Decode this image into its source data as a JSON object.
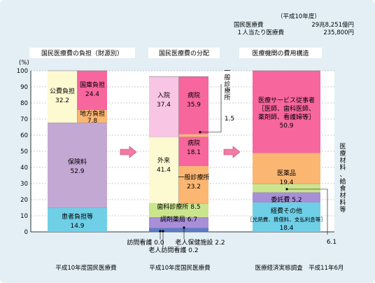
{
  "summary": {
    "year": "（平成10年度）",
    "rows": [
      {
        "label": "国民医療費",
        "value": "29兆8,251億円"
      },
      {
        "label": "１人当たり医療費",
        "value": "235,800円"
      }
    ]
  },
  "chart_data": {
    "type": "bar",
    "ylabel": "(%)",
    "ylim": [
      0,
      100
    ],
    "yticks": [
      0,
      10,
      20,
      30,
      40,
      50,
      60,
      70,
      80,
      90,
      100
    ],
    "grid": true,
    "stack_order": "bottom-to-top",
    "bars": [
      {
        "header": "国民医療費の負担（財源別）",
        "footer": "平成10年度国民医療費",
        "segments": [
          {
            "label": "患者負担等",
            "value": 14.9,
            "color": "#6fcfe7"
          },
          {
            "label": "保険料",
            "value": 52.9,
            "color": "#c3a8d4"
          },
          {
            "label": "公費負担",
            "value": 32.2,
            "color": "#fdfad2",
            "split": [
              {
                "label": "地方負担",
                "value": 7.8,
                "color": "#fbb672"
              },
              {
                "label": "国庫負担",
                "value": 24.4,
                "color": "#f7669d"
              }
            ]
          }
        ]
      },
      {
        "header": "国民医療費の分配",
        "footer": "平成10年度国民医療費",
        "segments": [
          {
            "label": "訪問看護",
            "value": 0.0,
            "color": "#0f3d92"
          },
          {
            "label": "老人訪問看護",
            "value": 0.2,
            "color": "#1f4ea8"
          },
          {
            "label": "老人保健施設",
            "value": 2.2,
            "color": "#5c7bc7"
          },
          {
            "label": "調剤薬局",
            "value": 6.7,
            "color": "#a98ed8"
          },
          {
            "label": "歯科診療所",
            "value": 8.5,
            "color": "#cbe58e"
          },
          {
            "label": "外来",
            "value": 41.4,
            "color": "#fdfad2",
            "split": [
              {
                "label": "一般診療所",
                "value": 23.2,
                "color": "#fbb672"
              },
              {
                "label": "病院",
                "value": 18.1,
                "color": "#f7669d"
              }
            ]
          },
          {
            "label": "入院",
            "value": 37.4,
            "color": "#f8c6e4",
            "split": [
              {
                "label": "一般診療所",
                "value": 1.5,
                "color": "#fbb672"
              },
              {
                "label": "病院",
                "value": 35.9,
                "color": "#f7669d"
              }
            ]
          }
        ]
      },
      {
        "header": "医療機関の費用構造",
        "footer": "医療経済実態調査　平成11年6月",
        "segments": [
          {
            "label": "経費その他",
            "sublabel": "［光熱費、賃借料、支払利息等］",
            "value": 18.4,
            "color": "#6fcfe7"
          },
          {
            "label": "医療材料、給食材料等",
            "value": 6.1,
            "color": "#a98ed8"
          },
          {
            "label": "委託費",
            "value": 5.2,
            "color": "#cbe58e"
          },
          {
            "label": "医薬品",
            "value": 19.4,
            "color": "#fbb672"
          },
          {
            "label": "医療サービス従事者",
            "sublabel": "［医師、歯科医師、薬剤師、看護婦等］",
            "value": 50.9,
            "color": "#f7669d"
          }
        ]
      }
    ]
  },
  "labels": {
    "kohi": {
      "name": "公費負担",
      "value": "32.2"
    },
    "kokko": {
      "name": "国庫負担",
      "value": "24.4"
    },
    "chiho": {
      "name": "地方負担",
      "value": "7.8"
    },
    "hoken": {
      "name": "保険料",
      "value": "52.9"
    },
    "kanja": {
      "name": "患者負担等",
      "value": "14.9"
    },
    "nyuin": {
      "name": "入院",
      "value": "37.4"
    },
    "byoin1": {
      "name": "病院",
      "value": "35.9"
    },
    "ippan1": {
      "name": "一般診療所",
      "value": "1.5"
    },
    "gairai": {
      "name": "外来",
      "value": "41.4"
    },
    "byoin2": {
      "name": "病院",
      "value": "18.1"
    },
    "ippan2": {
      "name": "一般診療所",
      "value": "23.2"
    },
    "shika": "歯科診療所 8.5",
    "chozai": "調剤薬局 6.7",
    "homon": "訪問看護 0.0",
    "roujin_homon": "老人訪問看護 0.2",
    "roujin_hoken": "老人保健施設 2.2",
    "iryo_service": {
      "name": "医療サービス従事者",
      "sub1": "［医師、歯科医師、",
      "sub2": "薬剤師、看護婦等］",
      "value": "50.9"
    },
    "iyakuhin": {
      "name": "医薬品",
      "value": "19.4"
    },
    "itaku": "委託費 5.2",
    "keihi": {
      "name": "経費その他",
      "sub": "［光熱費、賃借料、支払利息等］",
      "value": "18.4"
    },
    "zairyo": {
      "name": "医療材料、給食材料等",
      "value": "6.1"
    }
  },
  "colors": {
    "background": "#e3eff5",
    "arrow": "#f47aa3",
    "grid": "#999999"
  }
}
